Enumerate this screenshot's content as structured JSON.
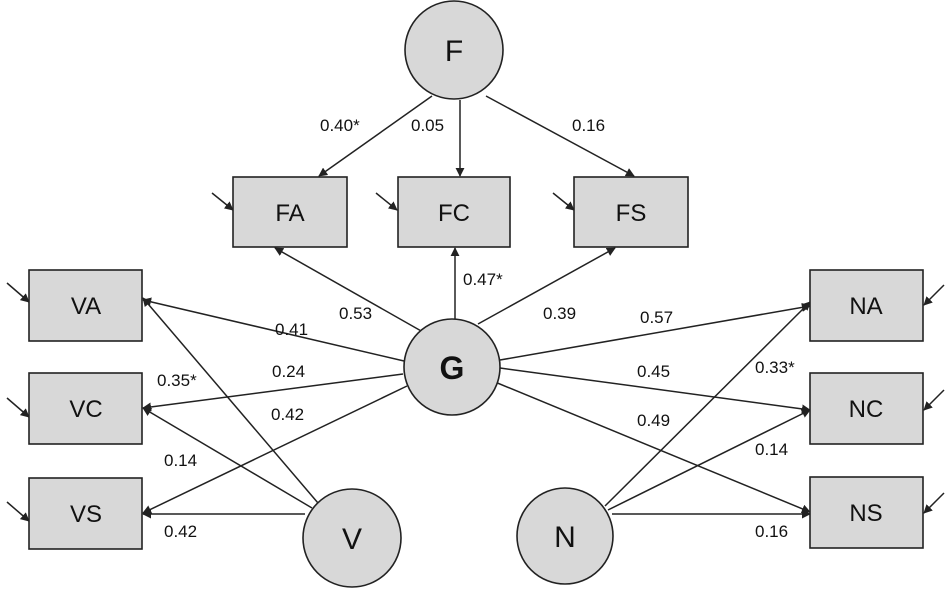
{
  "latent_factors": {
    "F": "F",
    "G": "G",
    "V": "V",
    "N": "N"
  },
  "observed": {
    "FA": "FA",
    "FC": "FC",
    "FS": "FS",
    "VA": "VA",
    "VC": "VC",
    "VS": "VS",
    "NA": "NA",
    "NC": "NC",
    "NS": "NS"
  },
  "loadings": {
    "F_FA": "0.40*",
    "F_FC": "0.05",
    "F_FS": "0.16",
    "G_FA": "0.53",
    "G_FC": "0.47*",
    "G_FS": "0.39",
    "G_VA": "0.41",
    "G_VC": "0.24",
    "G_VS": "0.42",
    "G_NA": "0.57",
    "G_NC": "0.45",
    "G_NS": "0.49",
    "V_VA": "0.35*",
    "V_VC": "0.14",
    "V_VS": "0.42",
    "N_NA": "0.33*",
    "N_NC": "0.14",
    "N_NS": "0.16"
  },
  "colors": {
    "node_fill": "#d8d8d8",
    "stroke": "#222222"
  }
}
